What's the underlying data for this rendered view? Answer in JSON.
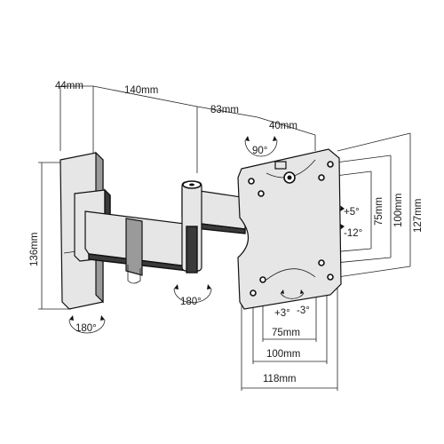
{
  "diagram": {
    "dimensions": {
      "depth_wall": "44mm",
      "arm1": "140mm",
      "arm2": "83mm",
      "plate_offset": "40mm",
      "wall_height": "136mm",
      "plate_height": "127mm",
      "vesa_100_v": "100mm",
      "vesa_75_v": "75mm",
      "vesa_75_h": "75mm",
      "vesa_100_h": "100mm",
      "plate_width": "118mm"
    },
    "angles": {
      "swivel_top": "90°",
      "arm_rotate": "180°",
      "wall_rotate": "180°",
      "tilt_up": "+5°",
      "tilt_down": "-12°",
      "level_plus": "+3°",
      "level_minus": "-3°"
    }
  }
}
